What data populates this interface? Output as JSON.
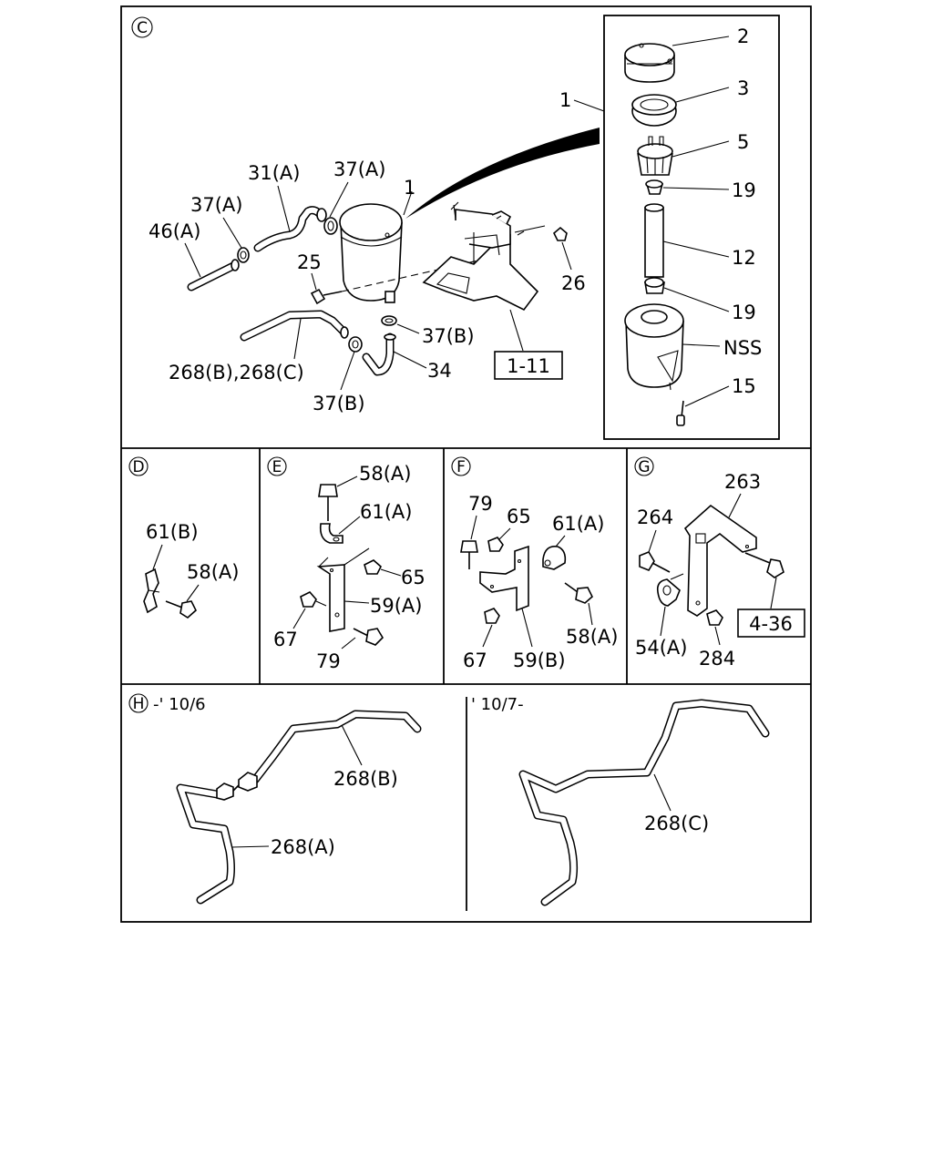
{
  "sections": {
    "c": "C",
    "d": "D",
    "e": "E",
    "f": "F",
    "g": "G",
    "h": "H",
    "h_note": "-' 10/6",
    "h2_note": "' 10/7-"
  },
  "labels": {
    "c_2": "2",
    "c_3": "3",
    "c_5": "5",
    "c_19a": "19",
    "c_12": "12",
    "c_19b": "19",
    "c_nss": "NSS",
    "c_15": "15",
    "c_1_right": "1",
    "c_1_tank": "1",
    "c_31a": "31(A)",
    "c_37a_top": "37(A)",
    "c_37a_left": "37(A)",
    "c_46a": "46(A)",
    "c_25": "25",
    "c_26": "26",
    "c_37b_right": "37(B)",
    "c_34": "34",
    "c_268bc": "268(B),268(C)",
    "c_37b_bottom": "37(B)",
    "c_ref_1_11": "1-11",
    "d_61b": "61(B)",
    "d_58a": "58(A)",
    "e_58a": "58(A)",
    "e_61a": "61(A)",
    "e_65": "65",
    "e_59a": "59(A)",
    "e_67": "67",
    "e_79": "79",
    "f_79": "79",
    "f_65": "65",
    "f_61a": "61(A)",
    "f_58a": "58(A)",
    "f_67": "67",
    "f_59b": "59(B)",
    "g_263": "263",
    "g_264": "264",
    "g_ref_4_36": "4-36",
    "g_54a": "54(A)",
    "g_284": "284",
    "h_268b": "268(B)",
    "h_268a": "268(A)",
    "h2_268c": "268(C)"
  }
}
